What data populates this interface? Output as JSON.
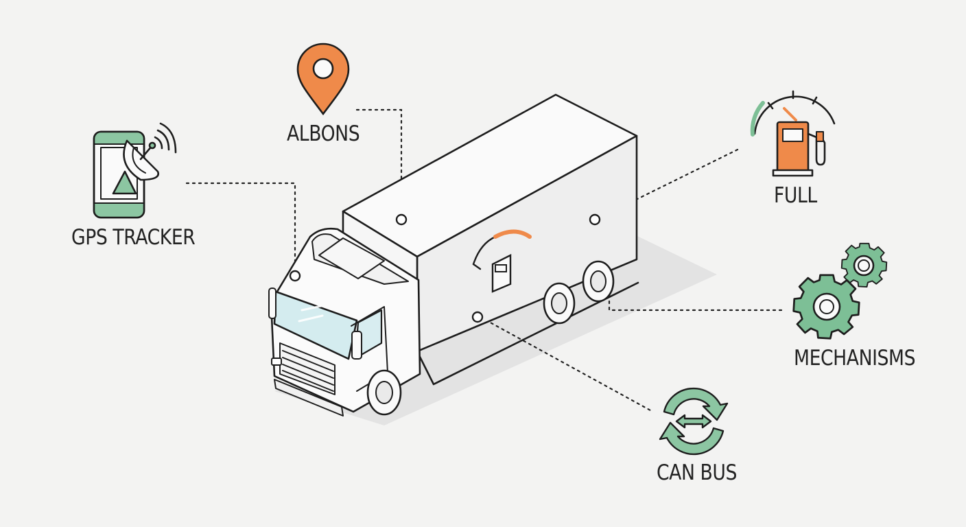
{
  "labels": {
    "gps_tracker": "GPS TRACKER",
    "location": "ALBONS",
    "fuel": "FULL",
    "mechanisms": "MECHANISMS",
    "can_bus": "CAN BUS"
  },
  "icons": {
    "gps_tracker": "satellite-phone-icon",
    "location": "map-pin-icon",
    "fuel": "fuel-gauge-icon",
    "mechanisms": "gears-icon",
    "can_bus": "sync-arrows-icon",
    "truck": "box-truck-icon",
    "truck_fuel": "truck-fuel-gauge-icon"
  },
  "colors": {
    "accent_orange": "#ef8a4a",
    "accent_green": "#7dbf96",
    "outline": "#1d1d1d"
  }
}
